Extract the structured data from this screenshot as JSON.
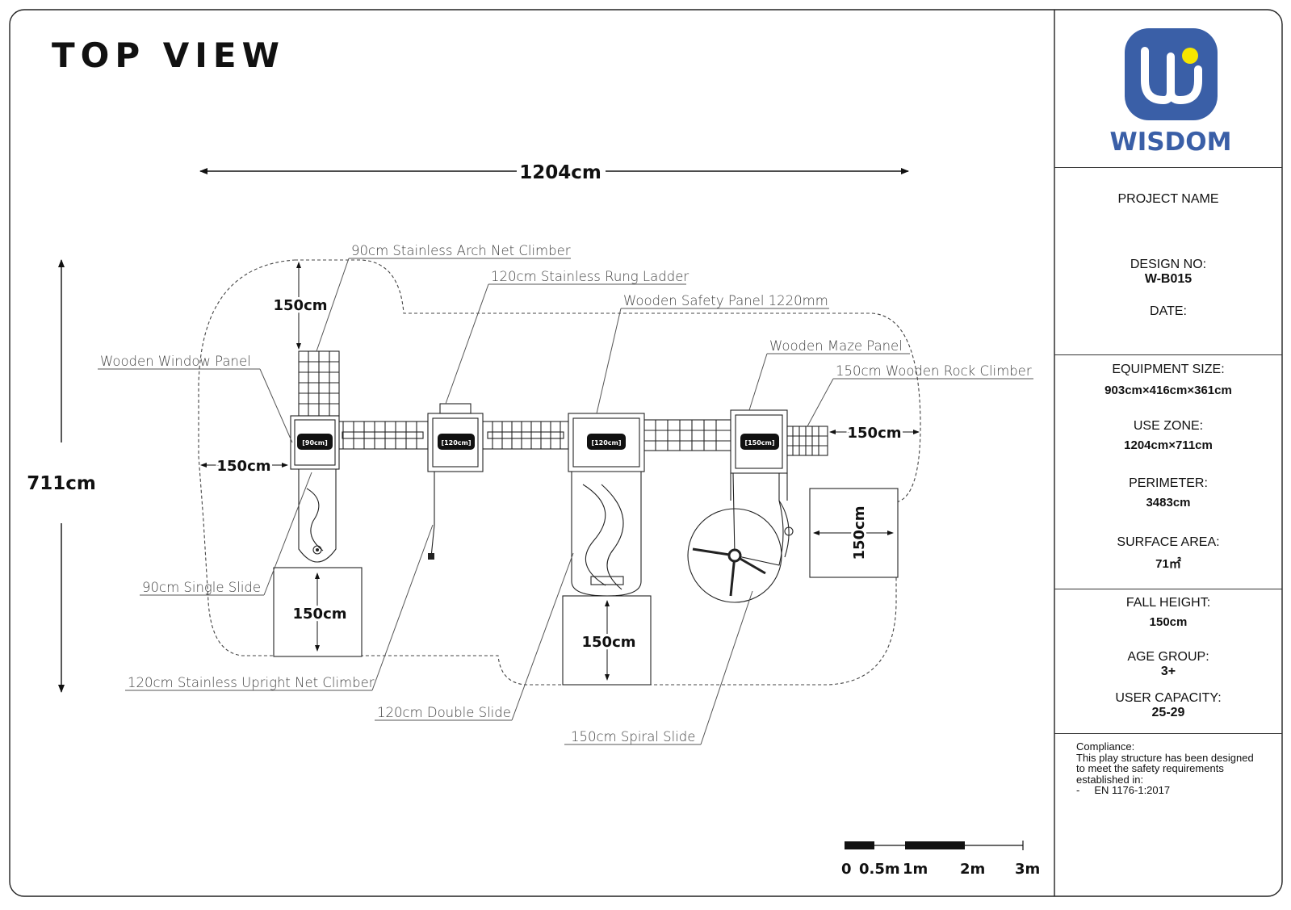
{
  "view_title": "TOP VIEW",
  "dimensions": {
    "overall_width": "1204cm",
    "overall_depth": "711cm",
    "clearance": "150cm"
  },
  "deck_tags": [
    "[90cm]",
    "[120cm]",
    "[120cm]",
    "[150cm]"
  ],
  "labels": {
    "arch_net_climber": "90cm Stainless Arch Net Climber",
    "rung_ladder": "120cm Stainless Rung Ladder",
    "safety_panel": "Wooden Safety Panel 1220mm",
    "maze_panel": "Wooden Maze Panel",
    "rock_climber": "150cm Wooden Rock Climber",
    "window_panel": "Wooden Window Panel",
    "single_slide": "90cm Single Slide",
    "upright_net_climber": "120cm Stainless Upright Net Climber",
    "double_slide": "120cm Double Slide",
    "spiral_slide": "150cm Spiral Slide"
  },
  "scale_bar": [
    "0",
    "0.5m",
    "1m",
    "2m",
    "3m"
  ],
  "brand": {
    "name": "WISDOM",
    "logo_color": "#3a5fa7",
    "dot_color": "#f6e600"
  },
  "info": {
    "project_name_label": "PROJECT NAME",
    "design_no_label": "DESIGN NO:",
    "design_no": "W-B015",
    "date_label": "DATE:",
    "equipment_size_label": "EQUIPMENT SIZE:",
    "equipment_size": "903cm×416cm×361cm",
    "use_zone_label": "USE ZONE:",
    "use_zone": "1204cm×711cm",
    "perimeter_label": "PERIMETER:",
    "perimeter": "3483cm",
    "surface_area_label": "SURFACE AREA:",
    "surface_area": "71㎡",
    "fall_height_label": "FALL HEIGHT:",
    "fall_height": "150cm",
    "age_group_label": "AGE GROUP:",
    "age_group": "3+",
    "user_capacity_label": "USER CAPACITY:",
    "user_capacity": "25-29"
  },
  "compliance": {
    "line1": "Compliance:",
    "line2": "This play structure has been designed",
    "line3": "to meet the safety requirements",
    "line4": "established in:",
    "line5": "-     EN 1176-1:2017"
  }
}
